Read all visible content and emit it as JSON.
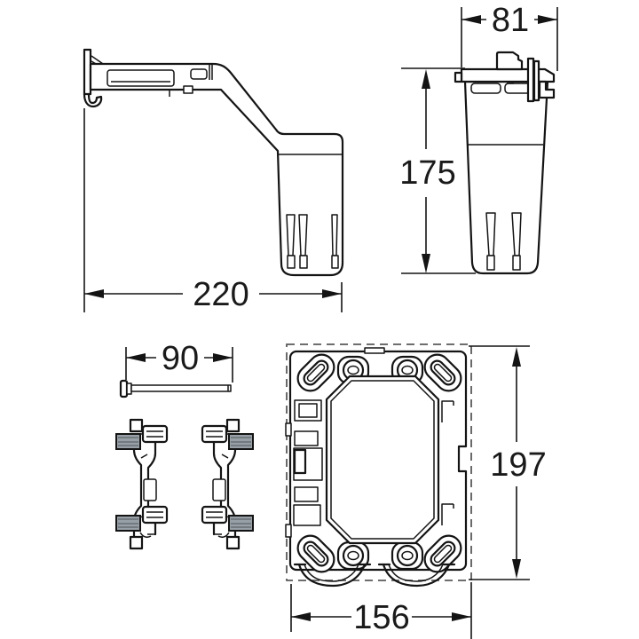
{
  "drawing": {
    "background_color": "#ffffff",
    "line_color": "#141414",
    "dashed_color": "#5a5a5a",
    "hatch_color": "#98a0a7",
    "dimensions": {
      "arm_length": "220",
      "cartridge_width": "81",
      "cartridge_height": "175",
      "screw_length": "90",
      "frame_height": "197",
      "frame_width": "156"
    }
  }
}
